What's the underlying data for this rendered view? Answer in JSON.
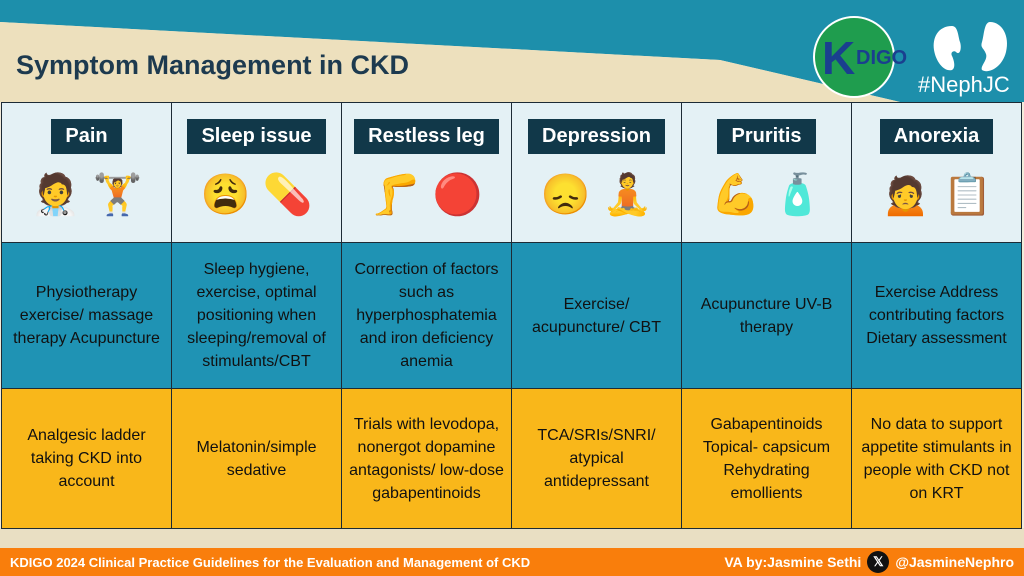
{
  "title": "Symptom Management in CKD",
  "logo": {
    "text": "KDIGO",
    "hashtag": "#NephJC"
  },
  "columns": [
    {
      "label": "Pain",
      "icons": [
        "🧑‍⚕️",
        "🏋️"
      ],
      "intervention": "Physiotherapy exercise/ massage therapy Acupuncture",
      "pharmacological": "Analgesic ladder taking CKD into account"
    },
    {
      "label": "Sleep issue",
      "icons": [
        "😩",
        "💊"
      ],
      "intervention": "Sleep hygiene, exercise, optimal positioning when sleeping/removal of stimulants/CBT",
      "pharmacological": "Melatonin/simple sedative"
    },
    {
      "label": "Restless leg",
      "icons": [
        "🦵",
        "🔴"
      ],
      "intervention": "Correction of factors such as hyperphosphatemia and iron deficiency anemia",
      "pharmacological": "Trials with levodopa, nonergot dopamine antagonists/ low-dose gabapentinoids"
    },
    {
      "label": "Depression",
      "icons": [
        "😞",
        "🧘"
      ],
      "intervention": "Exercise/ acupuncture/ CBT",
      "pharmacological": "TCA/SRIs/SNRI/ atypical antidepressant"
    },
    {
      "label": "Pruritis",
      "icons": [
        "💪",
        "🧴"
      ],
      "intervention": "Acupuncture UV-B therapy",
      "pharmacological": "Gabapentinoids Topical- capsicum Rehydrating emollients"
    },
    {
      "label": "Anorexia",
      "icons": [
        "🙍",
        "📋"
      ],
      "intervention": "Exercise Address contributing factors Dietary assessment",
      "pharmacological": "No data to support appetite stimulants in people with CKD not on KRT"
    }
  ],
  "footer": {
    "left": "KDIGO 2024 Clinical Practice Guidelines for the Evaluation and Management of CKD",
    "credit": "VA by:Jasmine Sethi",
    "handle": "@JasmineNephro",
    "x_glyph": "𝕏"
  }
}
